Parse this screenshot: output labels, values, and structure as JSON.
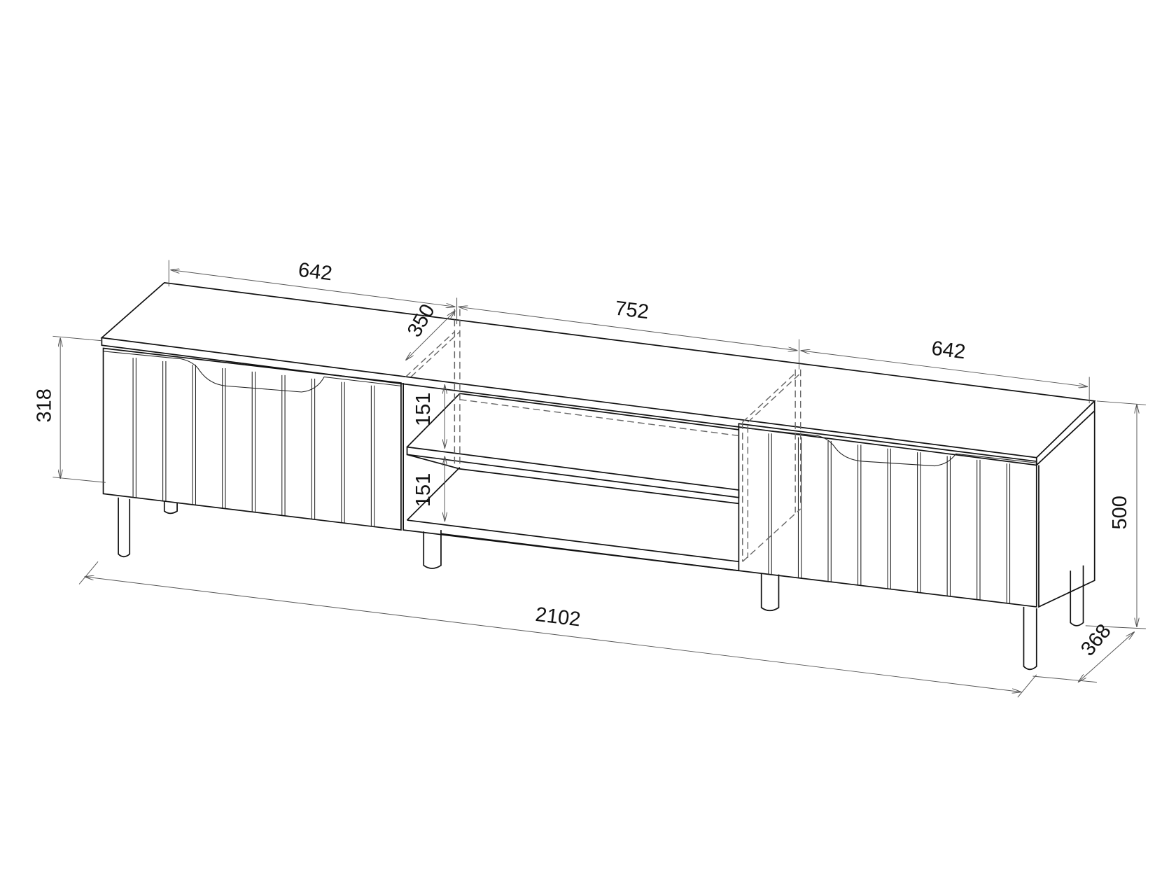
{
  "drawing": {
    "dimensions": {
      "left_cabinet_width": "642",
      "middle_width": "752",
      "right_cabinet_width": "642",
      "middle_depth": "350",
      "door_height": "318",
      "shelf_upper_height": "151",
      "shelf_lower_height": "151",
      "total_height": "500",
      "total_width": "2102",
      "total_depth": "368"
    }
  }
}
